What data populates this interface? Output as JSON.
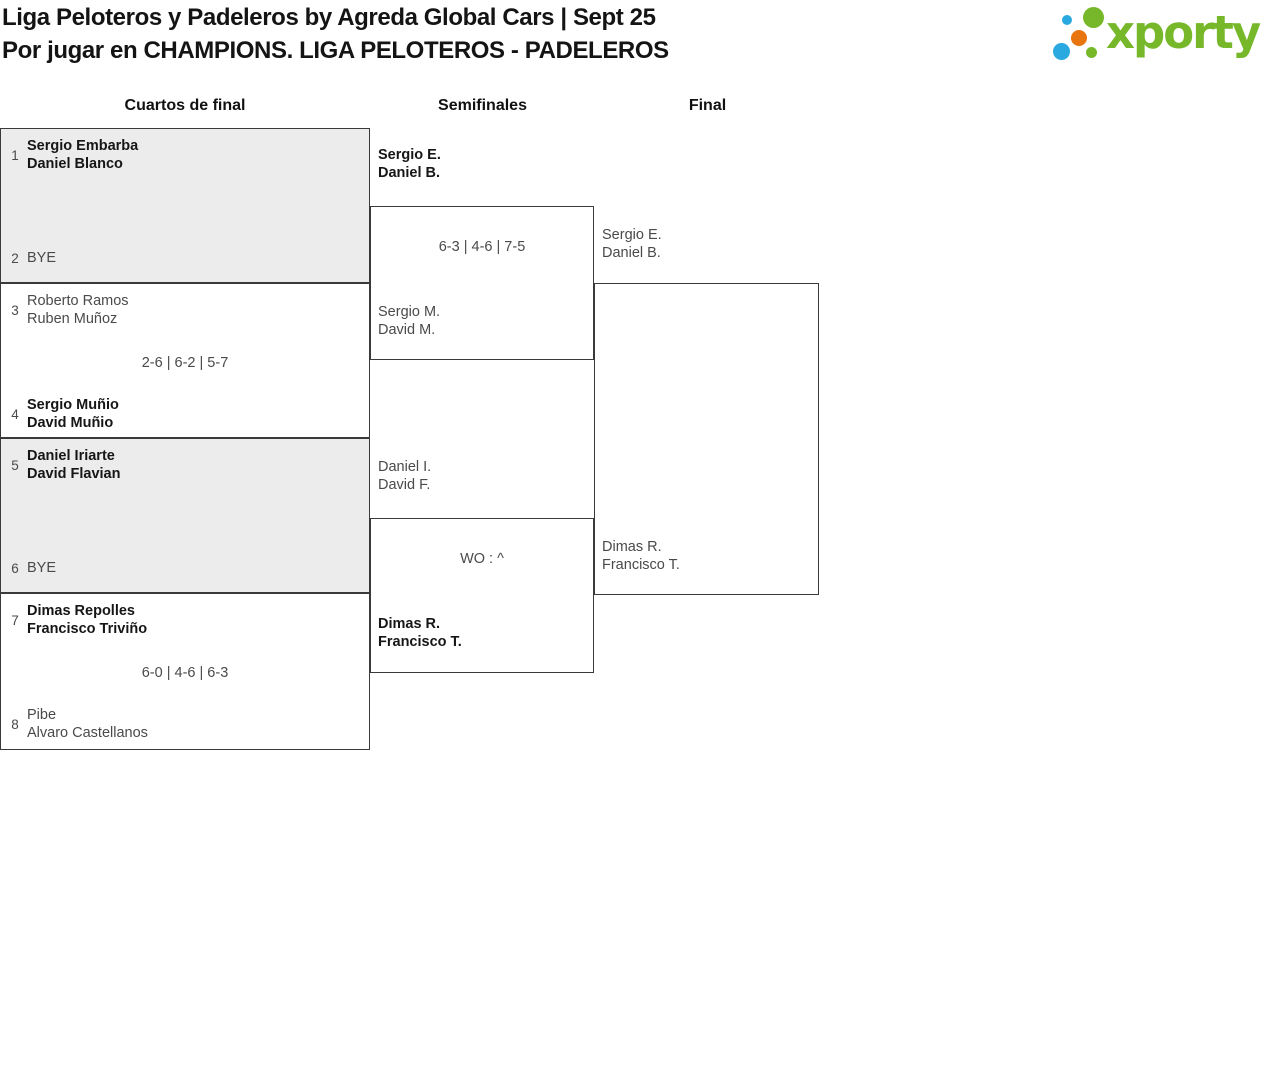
{
  "header": {
    "title_line1": "Liga Peloteros y Padeleros by Agreda Global Cars | Sept 25",
    "title_line2": "Por jugar en CHAMPIONS. LIGA PELOTEROS - PADELEROS",
    "logo": {
      "text": "xporty",
      "green": "#76b82a",
      "blue": "#29a9e0",
      "orange": "#e8750f"
    }
  },
  "columns": {
    "quarterfinals": "Cuartos de final",
    "semifinals": "Semifinales",
    "final": "Final"
  },
  "quarterfinals": [
    {
      "seed_top": "1",
      "team_top_1": "Sergio Embarba",
      "team_top_2": "Daniel Blanco",
      "seed_bottom": "2",
      "team_bottom_1": "BYE",
      "score": ""
    },
    {
      "seed_top": "3",
      "team_top_1": "Roberto Ramos",
      "team_top_2": "Ruben Muñoz",
      "seed_bottom": "4",
      "team_bottom_1": "Sergio Muñio",
      "team_bottom_2": "David Muñio",
      "score": "2-6 | 6-2 | 5-7"
    },
    {
      "seed_top": "5",
      "team_top_1": "Daniel Iriarte",
      "team_top_2": "David Flavian",
      "seed_bottom": "6",
      "team_bottom_1": "BYE",
      "score": ""
    },
    {
      "seed_top": "7",
      "team_top_1": "Dimas Repolles",
      "team_top_2": "Francisco Triviño",
      "seed_bottom": "8",
      "team_bottom_1": "Pibe",
      "team_bottom_2": "Alvaro Castellanos",
      "score": "6-0 | 4-6 | 6-3"
    }
  ],
  "semifinals": [
    {
      "team_top_1": "Sergio E.",
      "team_top_2": "Daniel B.",
      "team_bottom_1": "Sergio M.",
      "team_bottom_2": "David M.",
      "score": "6-3 | 4-6 | 7-5",
      "winner_1": "Sergio E.",
      "winner_2": "Daniel B."
    },
    {
      "team_top_1": "Daniel I.",
      "team_top_2": "David F.",
      "team_bottom_1": "Dimas R.",
      "team_bottom_2": "Francisco T.",
      "score": "WO : ^",
      "winner_1": "Dimas R.",
      "winner_2": "Francisco T."
    }
  ]
}
